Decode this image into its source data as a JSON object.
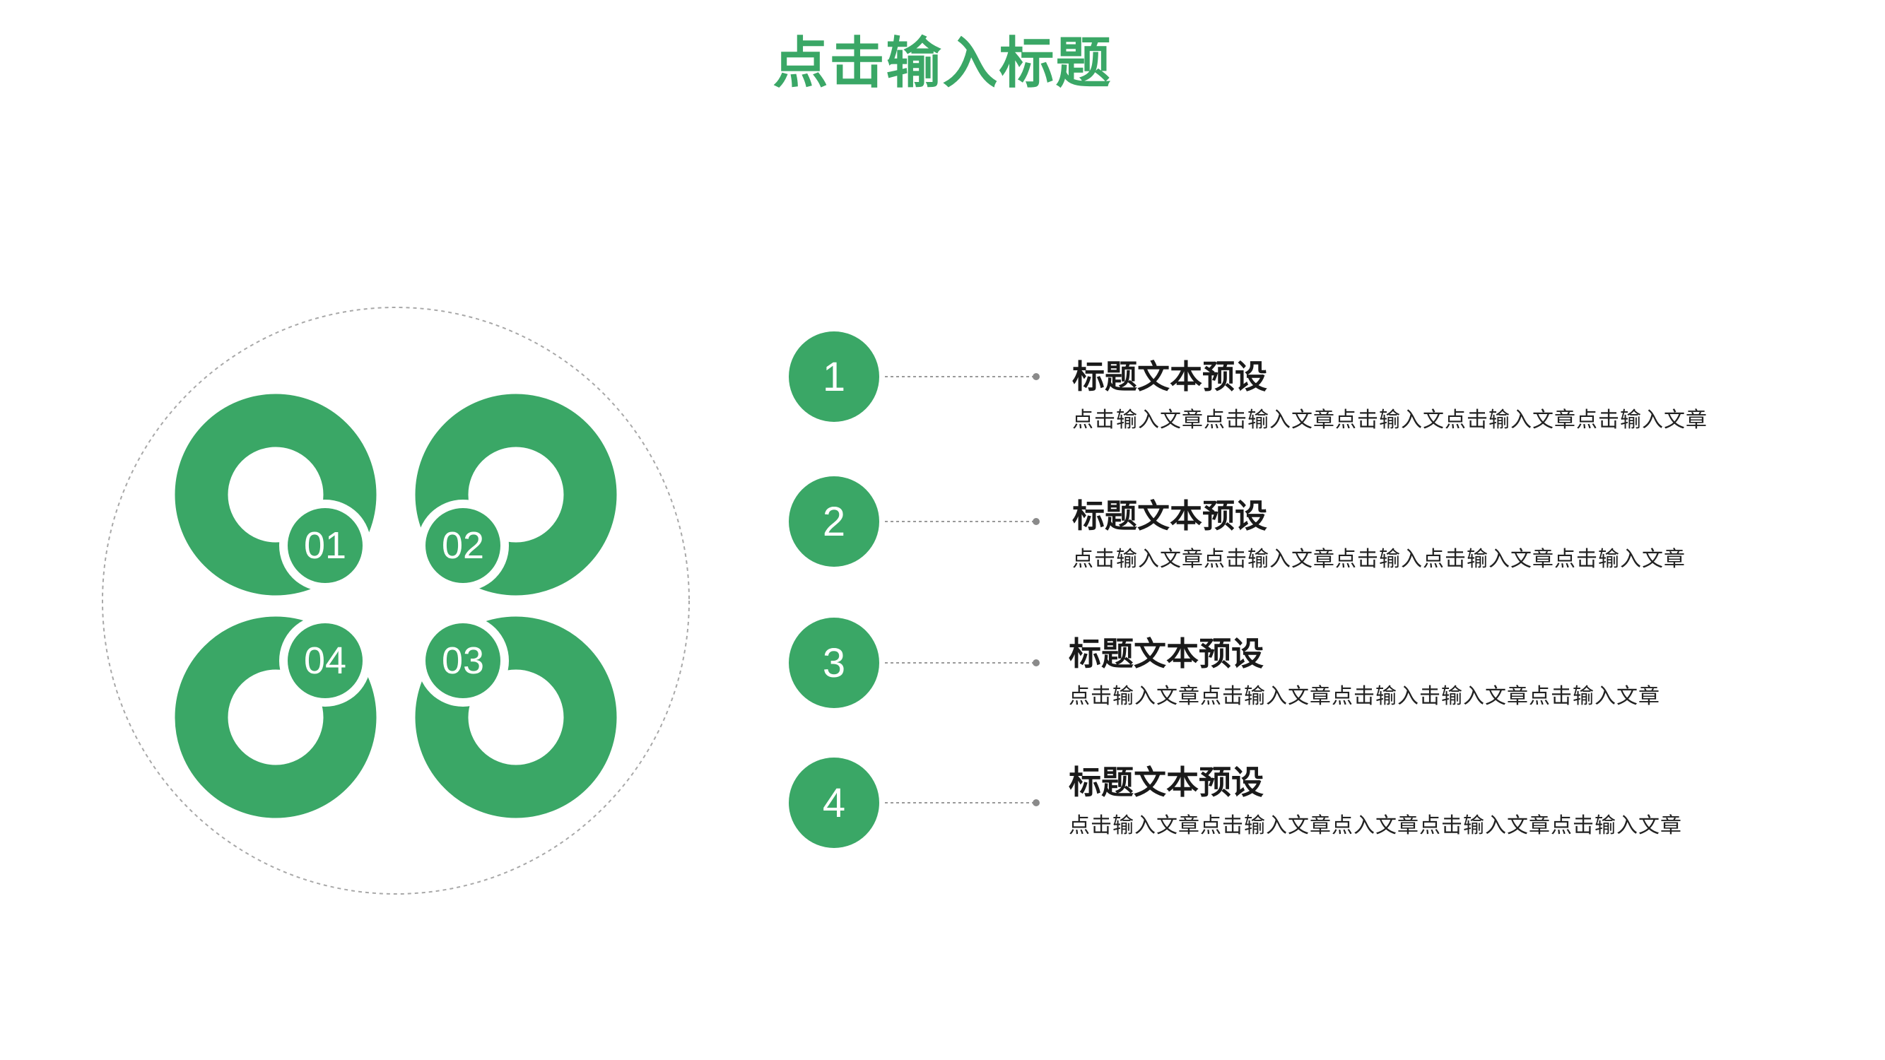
{
  "title": "点击输入标题",
  "colors": {
    "accent": "#3aa766",
    "text_dark": "#1a1a1a",
    "text_body": "#222222",
    "line": "#9a9a9a",
    "outline": "#a8a8a8"
  },
  "petals": [
    {
      "label": "01"
    },
    {
      "label": "02"
    },
    {
      "label": "03"
    },
    {
      "label": "04"
    }
  ],
  "steps": [
    {
      "number": "1",
      "heading": "标题文本预设",
      "text": "点击输入文章点击输入文章点击输入文点击输入文章点击输入文章"
    },
    {
      "number": "2",
      "heading": "标题文本预设",
      "text": "点击输入文章点击输入文章点击输入点击输入文章点击输入文章"
    },
    {
      "number": "3",
      "heading": "标题文本预设",
      "text": "点击输入文章点击输入文章点击输入击输入文章点击输入文章"
    },
    {
      "number": "4",
      "heading": "标题文本预设",
      "text": "点击输入文章点击输入文章点入文章点击输入文章点击输入文章"
    }
  ]
}
